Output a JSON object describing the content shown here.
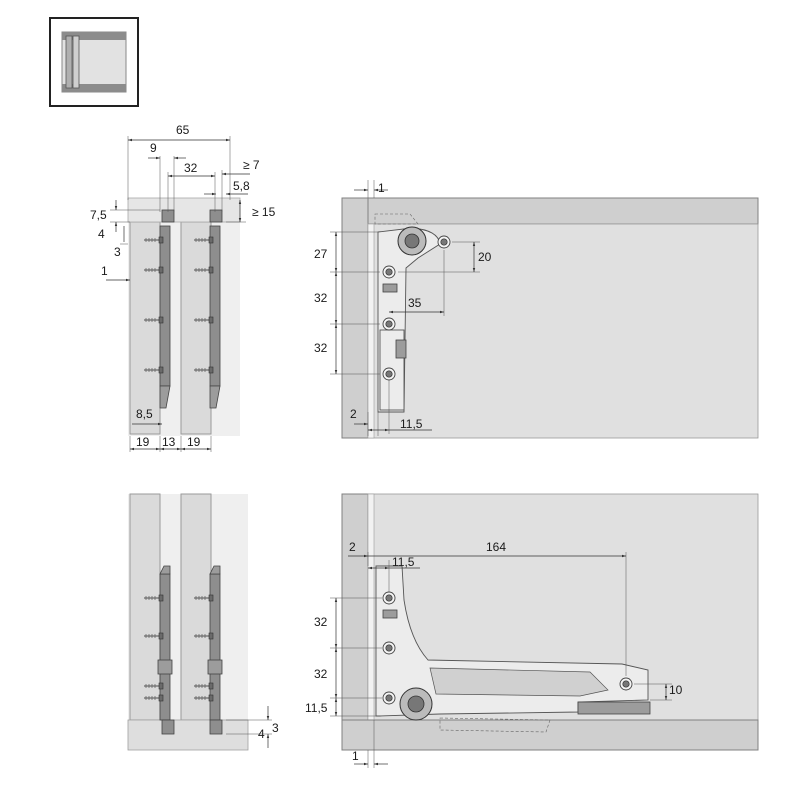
{
  "symbol": {
    "icon": "panel-arrangement-symbol-icon"
  },
  "top_left_view": {
    "dims": {
      "d65": "65",
      "d9": "9",
      "d32": "32",
      "d_ge7": "≥ 7",
      "d5_8": "5,8",
      "d7_5": "7,5",
      "d4": "4",
      "d3": "3",
      "d_ge15": "≥ 15",
      "d1": "1",
      "d8_5": "8,5",
      "d19a": "19",
      "d13": "13",
      "d19b": "19"
    }
  },
  "top_right_view": {
    "dims": {
      "d1": "1",
      "d27": "27",
      "d20": "20",
      "d32a": "32",
      "d35": "35",
      "d32b": "32",
      "d2": "2",
      "d11_5": "11,5"
    }
  },
  "bottom_left_view": {
    "dims": {
      "d4": "4",
      "d3": "3"
    }
  },
  "bottom_right_view": {
    "dims": {
      "d2": "2",
      "d11_5a": "11,5",
      "d164": "164",
      "d32a": "32",
      "d32b": "32",
      "d10": "10",
      "d11_5b": "11,5",
      "d1": "1"
    }
  }
}
